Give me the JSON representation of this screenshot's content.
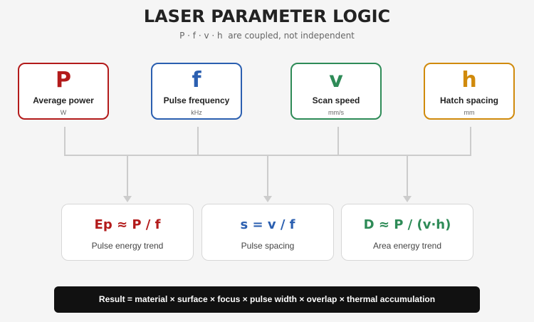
{
  "header": {
    "title": "LASER PARAMETER LOGIC",
    "subtitle": "P · f · v · h  are coupled, not independent"
  },
  "parameters": [
    {
      "symbol": "P",
      "name": "Average power",
      "unit": "W",
      "color": "#b31b1b"
    },
    {
      "symbol": "f",
      "name": "Pulse frequency",
      "unit": "kHz",
      "color": "#2b5fb0"
    },
    {
      "symbol": "v",
      "name": "Scan speed",
      "unit": "mm/s",
      "color": "#2e8b57"
    },
    {
      "symbol": "h",
      "name": "Hatch spacing",
      "unit": "mm",
      "color": "#d08a0c"
    }
  ],
  "results": [
    {
      "formula": "Ep ≈ P / f",
      "caption": "Pulse energy trend",
      "color": "#b31b1b"
    },
    {
      "formula": "s = v / f",
      "caption": "Pulse spacing",
      "color": "#2b5fb0"
    },
    {
      "formula": "D ≈ P / (v·h)",
      "caption": "Area energy trend",
      "color": "#2e8b57"
    }
  ],
  "summary": {
    "text": "Result = material × surface × focus × pulse width × overlap × thermal accumulation"
  },
  "colors": {
    "connector": "#cccccc",
    "background": "#f5f5f5",
    "summary_background": "#111111"
  }
}
